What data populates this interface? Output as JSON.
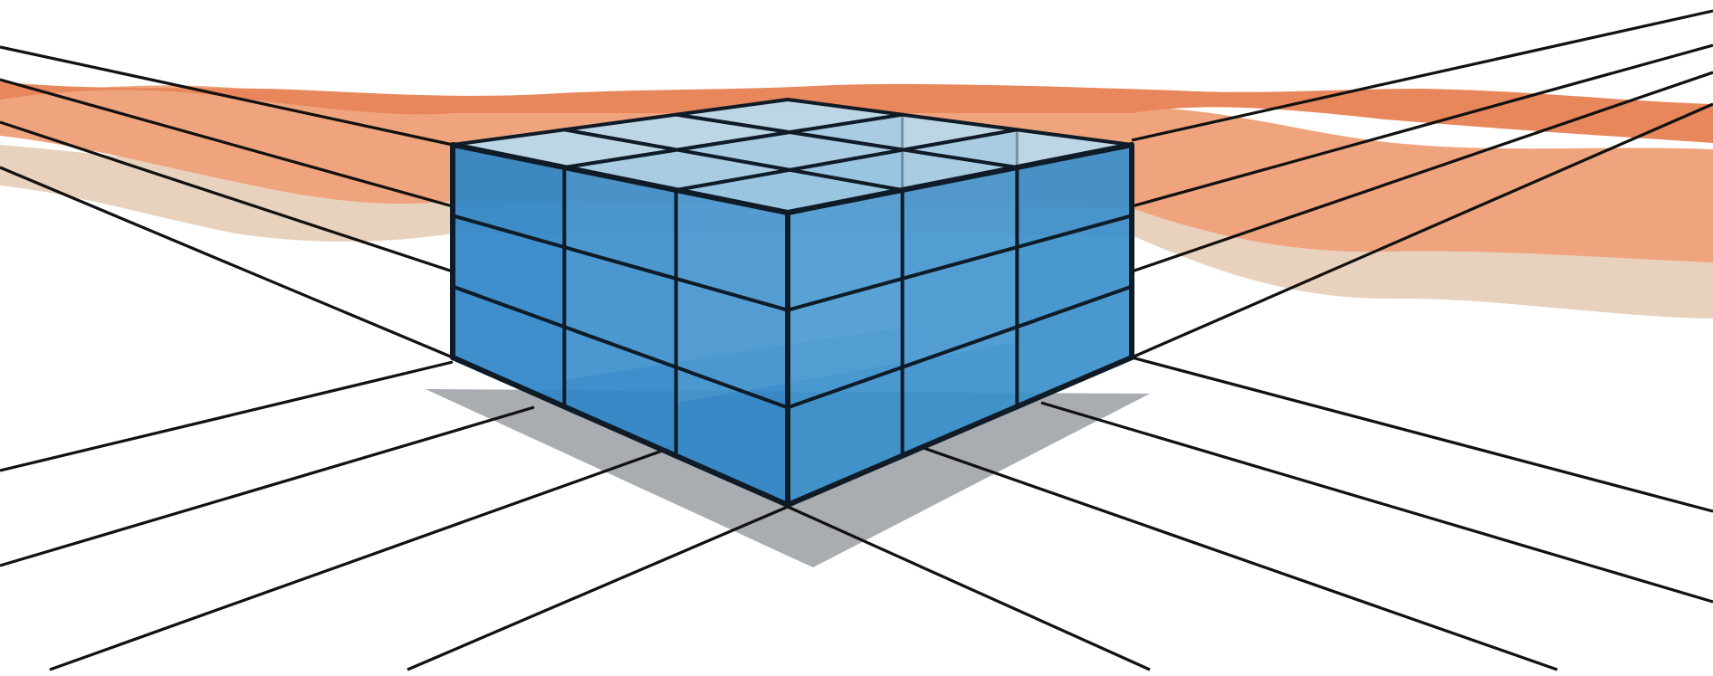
{
  "diagram": {
    "subject": "3d-grid-cube",
    "grid_divisions": 3,
    "colors": {
      "background": "#ffffff",
      "cube_front": "#2f86c8",
      "cube_side": "#3a8fcc",
      "cube_top": "#b9d9ec",
      "cube_interior": "#6fb0dc",
      "grid_lines": "#0f1b26",
      "shadow": "#a9adb1",
      "strata_deep_orange": "#e8865c",
      "strata_light_orange": "#f0a47e",
      "strata_tan": "#e8d2bd",
      "perspective_lines": "#111111"
    },
    "layers": [
      {
        "name": "strata-deep-orange"
      },
      {
        "name": "strata-light-orange"
      },
      {
        "name": "strata-tan"
      },
      {
        "name": "ground-shadow"
      },
      {
        "name": "perspective-lines"
      },
      {
        "name": "cube"
      }
    ]
  }
}
